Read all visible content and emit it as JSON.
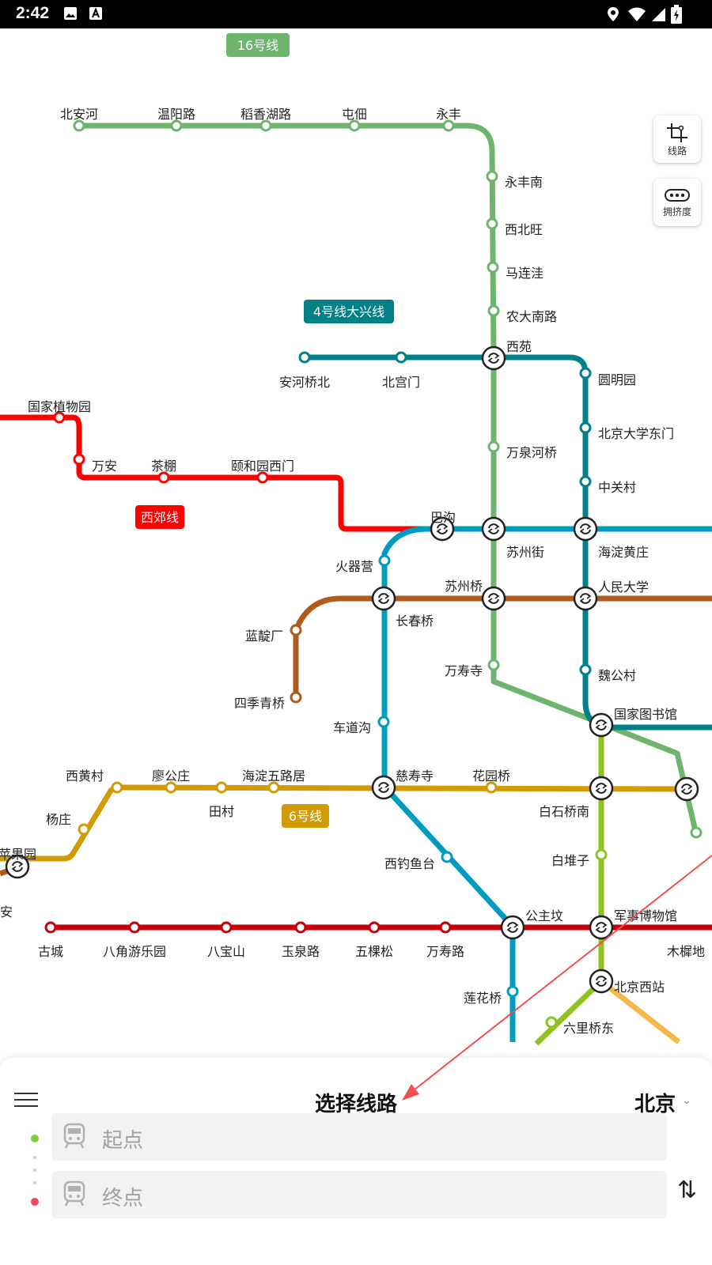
{
  "status_bar": {
    "time": "2:42"
  },
  "colors": {
    "line16": "#6db56d",
    "line4": "#008188",
    "xijiao": "#ff0000",
    "line10": "#009bc0",
    "line12": "#b05a1e",
    "line6": "#d29b06",
    "line1": "#c8000a",
    "line9": "#8fc31f",
    "line7": "#f5b94a"
  },
  "line_badges": {
    "line16": "16号线",
    "line4": "4号线大兴线",
    "xijiao": "西郊线",
    "line6": "6号线"
  },
  "stations": {
    "beianhe": "北安河",
    "wenyanglu": "温阳路",
    "daoxianghulu": "稻香湖路",
    "tundian": "屯佃",
    "yongfeng": "永丰",
    "yongfengnan": "永丰南",
    "xibeiwang": "西北旺",
    "malianwa": "马连洼",
    "nongdananlu": "农大南路",
    "xiyuan": "西苑",
    "anheqiaobei": "安河桥北",
    "beigongmen": "北宫门",
    "yuanmingyuan": "圆明园",
    "beidadongmen": "北京大学东门",
    "zhongguancun": "中关村",
    "wanquanheqiao": "万泉河桥",
    "guojiazhiwuyuan": "国家植物园",
    "wanan": "万安",
    "chapeng": "茶棚",
    "yiheyuanximen": "颐和园西门",
    "bagou": "巴沟",
    "suzhoujie": "苏州街",
    "haidianhuangzhuang": "海淀黄庄",
    "huoqiying": "火器营",
    "suzhouqiao": "苏州桥",
    "renmindaxue": "人民大学",
    "changchunqiao": "长春桥",
    "landianchang": "蓝靛厂",
    "wanshousi": "万寿寺",
    "weigongcun": "魏公村",
    "sijiqingqiao": "四季青桥",
    "guojiatushuguan": "国家图书馆",
    "chedaogou": "车道沟",
    "xihuangcun": "西黄村",
    "liaogongzhuang": "廖公庄",
    "haidianwulu": "海淀五路居",
    "cishousi": "慈寿寺",
    "huayuanqiao": "花园桥",
    "tiancun": "田村",
    "yangzhuang": "杨庄",
    "baishiqiaonan": "白石桥南",
    "pingguoyuan": "苹果园",
    "baiduizi": "白堆子",
    "xidiaoyutai": "西钓鱼台",
    "an": "安",
    "gongzhufen": "公主坟",
    "junshibowuguan": "军事博物馆",
    "gucheng": "古城",
    "bajiaoyouleyuan": "八角游乐园",
    "babaoshan": "八宝山",
    "yuquanlu": "玉泉路",
    "wukesong": "五棵松",
    "wanshoulu": "万寿路",
    "muxidi": "木樨地",
    "lianhuaqiao": "莲花桥",
    "beijingxizhan": "北京西站",
    "liuliqiaodong": "六里桥东"
  },
  "side_buttons": {
    "lines": "线路",
    "crowding": "拥挤度"
  },
  "panel": {
    "title": "选择线路",
    "city": "北京",
    "start_placeholder": "起点",
    "end_placeholder": "终点"
  }
}
